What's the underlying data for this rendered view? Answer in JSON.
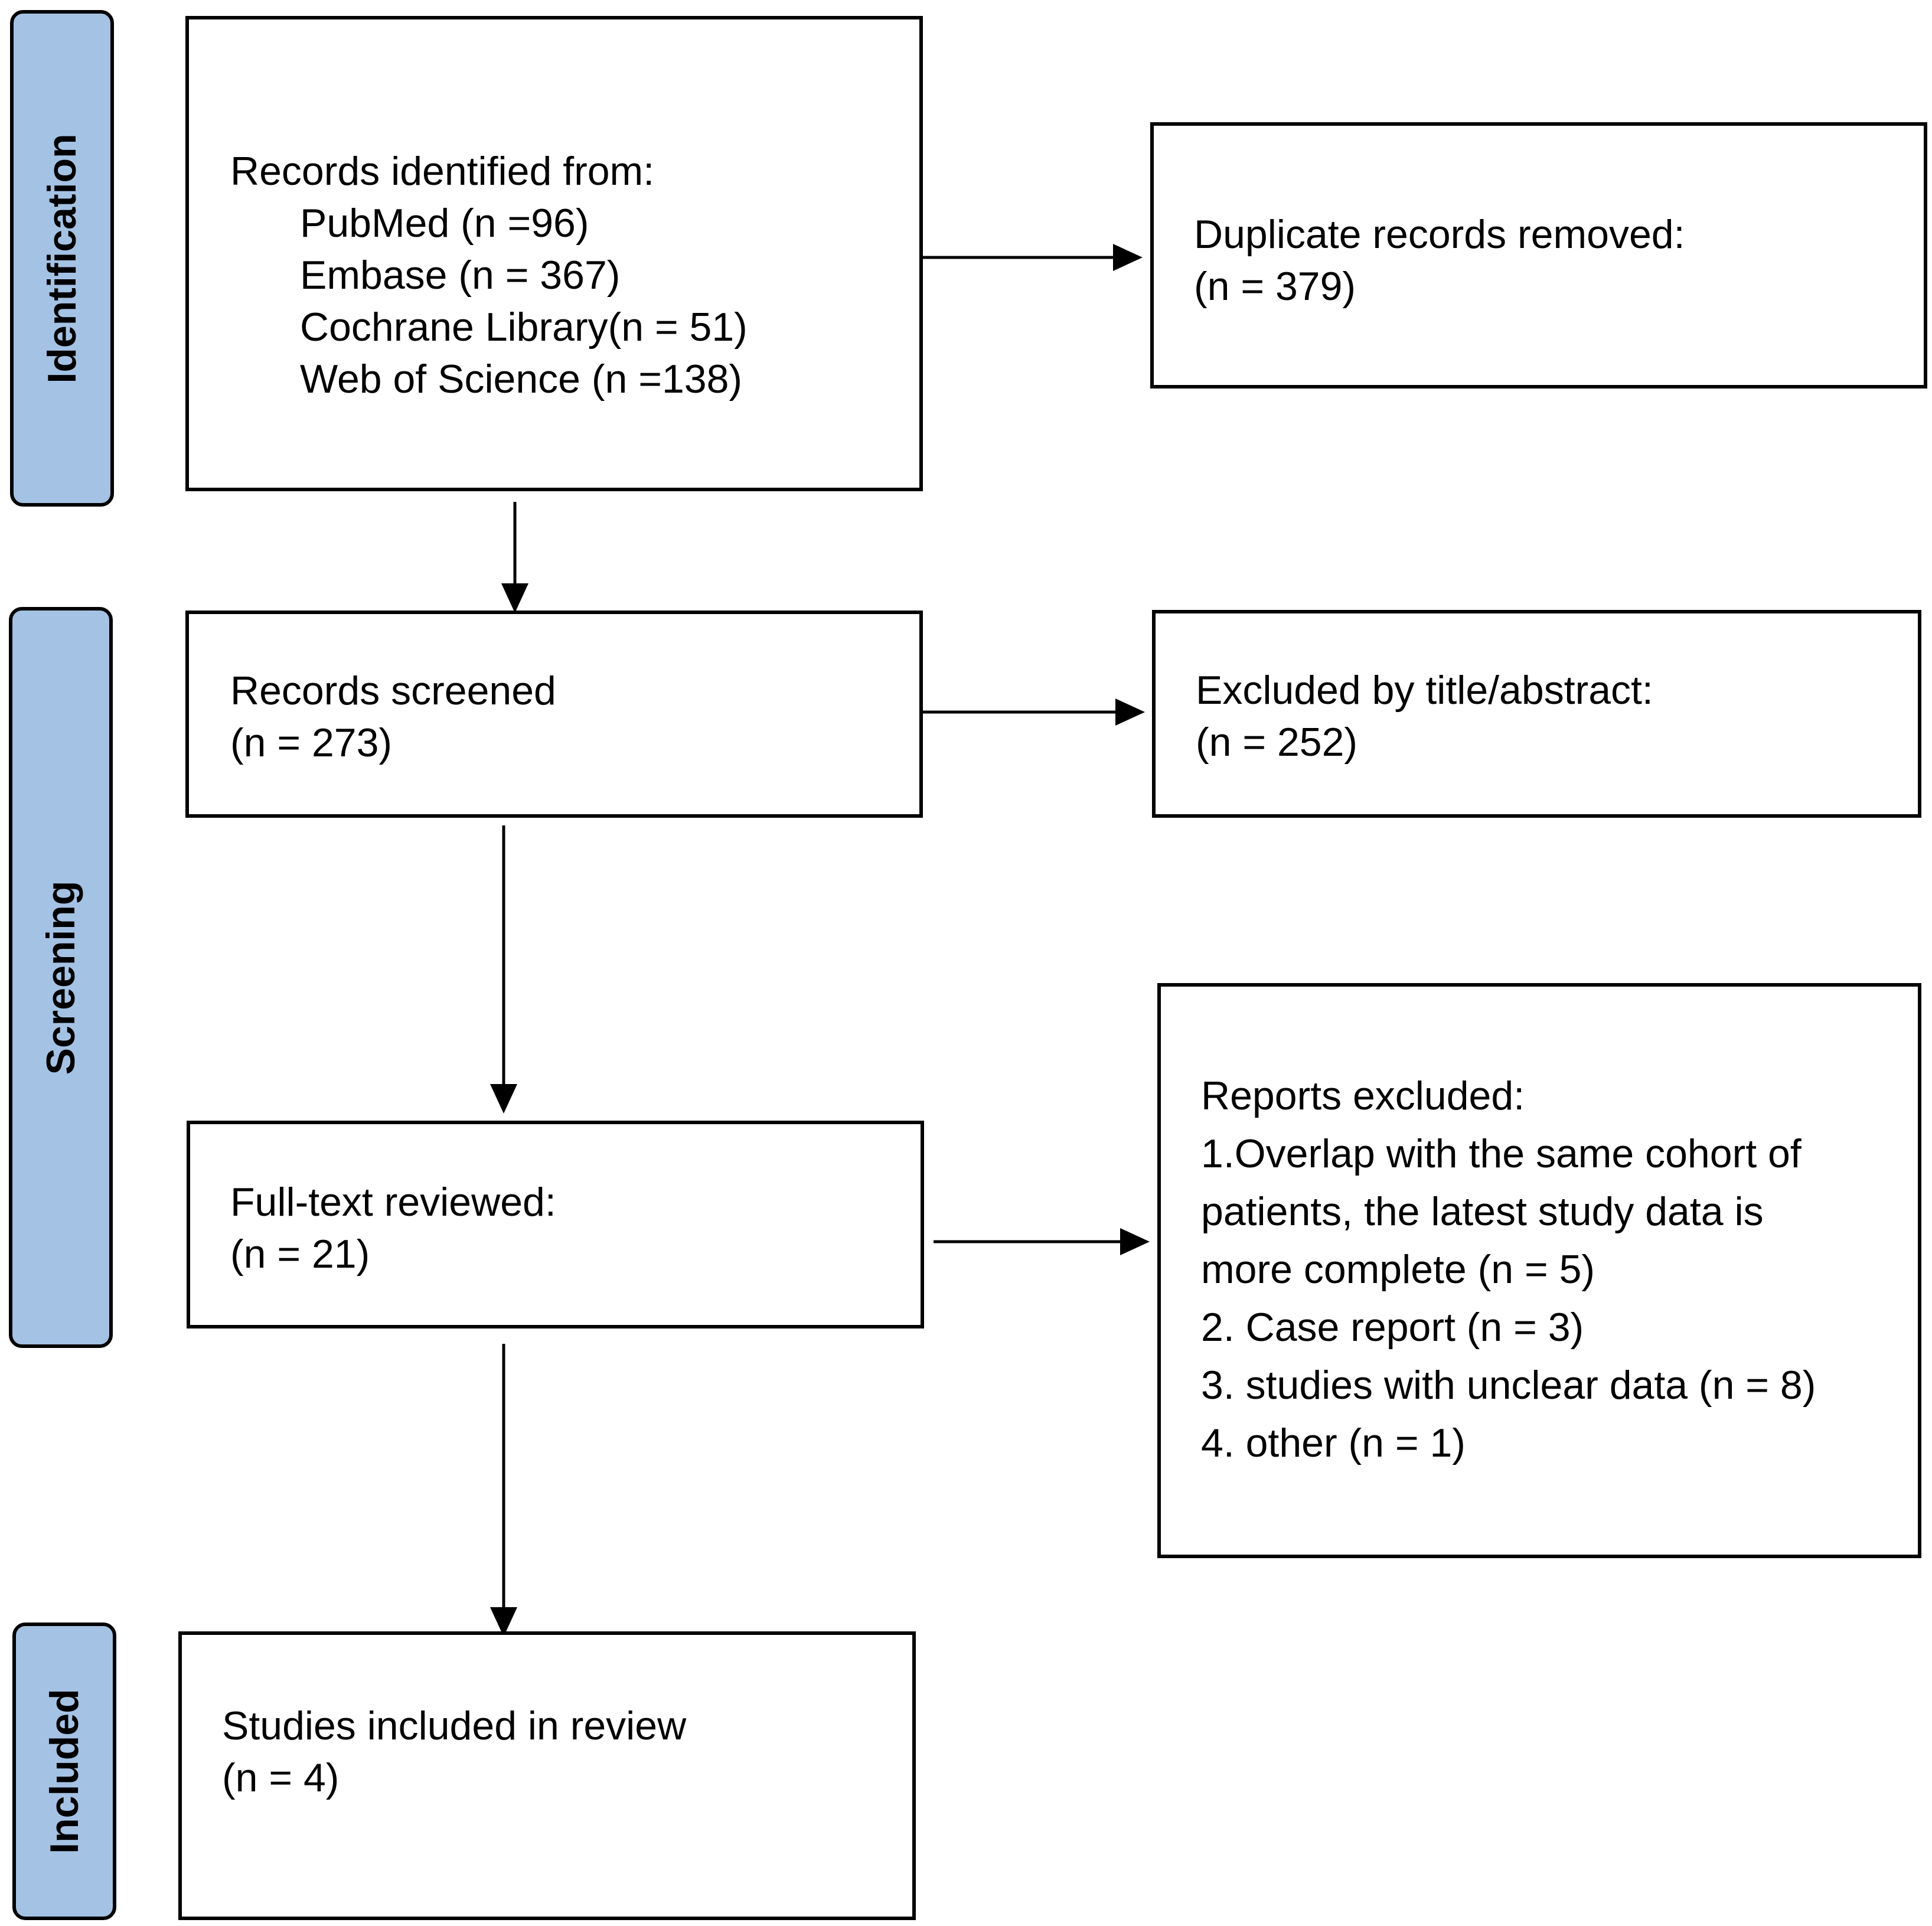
{
  "phases": {
    "identification": "Identification",
    "screening": "Screening",
    "included": "Included"
  },
  "identification_box": {
    "heading": "Records identified from:",
    "sources": [
      "PubMed (n =96)",
      "Embase (n = 367)",
      "Cochrane Library(n = 51)",
      "Web of Science (n =138)"
    ]
  },
  "duplicates_box": {
    "heading": "Duplicate records removed:",
    "count": "(n = 379)"
  },
  "screened_box": {
    "heading": "Records screened",
    "count": "(n = 273)"
  },
  "excluded_title_box": {
    "heading": "Excluded by title/abstract:",
    "count": "(n = 252)"
  },
  "fulltext_box": {
    "heading": "Full-text reviewed:",
    "count": "(n = 21)"
  },
  "reports_excluded_box": {
    "heading": "Reports excluded:",
    "lines": [
      "1.Overlap with the same cohort of",
      "patients, the latest study data is",
      "more complete (n = 5)",
      "2. Case report (n = 3)",
      "3. studies with unclear data (n = 8)",
      "4. other (n = 1)"
    ]
  },
  "included_box": {
    "heading": "Studies included in review",
    "count": "(n = 4)"
  }
}
